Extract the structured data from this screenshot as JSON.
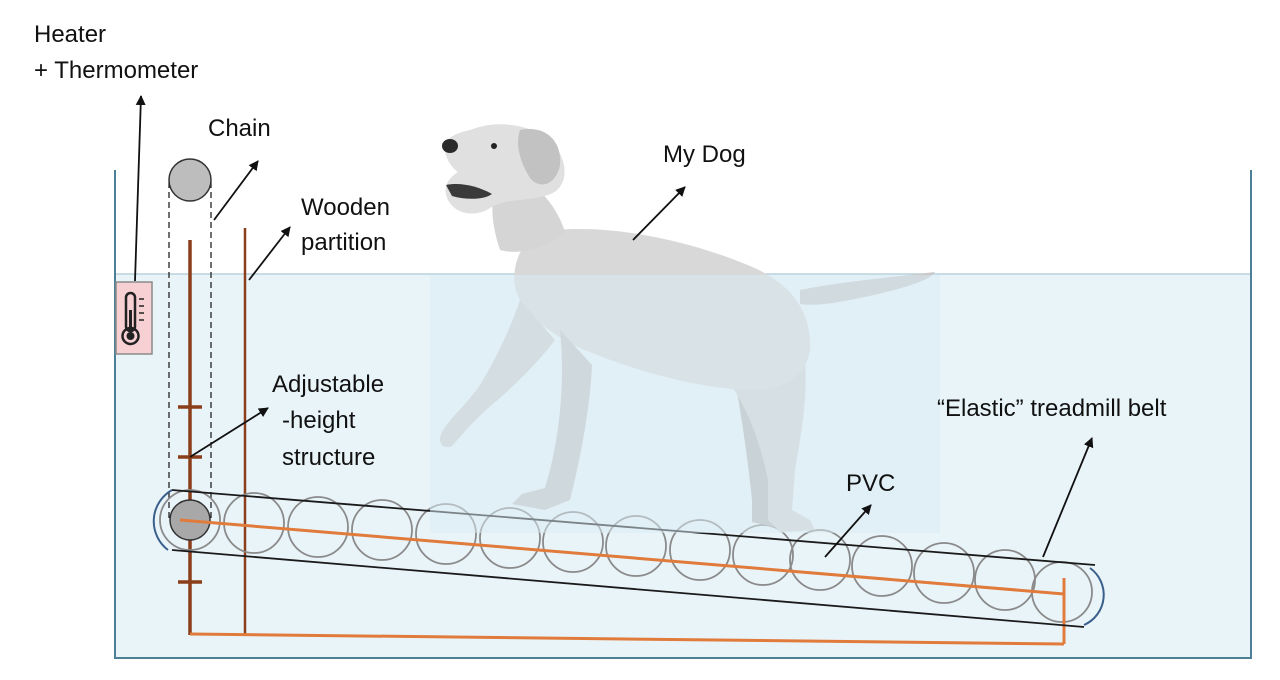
{
  "labels": {
    "heater_line1": "Heater",
    "heater_line2": "+ Thermometer",
    "chain": "Chain",
    "partition_line1": "Wooden",
    "partition_line2": "partition",
    "dog": "My Dog",
    "adjustable_line1": "Adjustable",
    "adjustable_line2": "-height",
    "adjustable_line3": "structure",
    "pvc": "PVC",
    "belt": "“Elastic” treadmill belt"
  },
  "icons": {
    "heater": "thermometer-icon",
    "dog": "dog-figure"
  },
  "colors": {
    "water": "#e9f4f9",
    "tank_wall": "#4d7f96",
    "wood": "#8a3e1a",
    "frame": "#e07b3b",
    "pvc_stroke": "#8a8a8a",
    "pulley": "#bdbdbd",
    "heater_fill": "#f7d0d4",
    "belt": "#1a1a1a",
    "belt_edge": "#3a5f8a"
  }
}
